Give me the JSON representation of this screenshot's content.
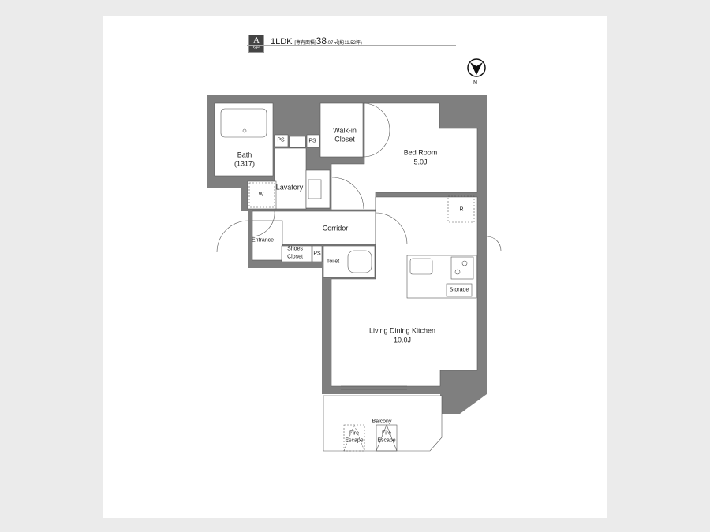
{
  "header": {
    "type_letter": "A",
    "type_word": "type",
    "layout": "1LDK",
    "area_label": "[専有面積]",
    "area_value": "38",
    "area_decimal": ".07㎡",
    "tsubo": "(約11.52坪)"
  },
  "compass": {
    "label": "N"
  },
  "rooms": {
    "bath": "Bath",
    "bath_size": "(1317)",
    "ps1": "PS",
    "ps2": "PS",
    "ps3": "PS",
    "walkin": "Walk-in",
    "walkin2": "Closet",
    "bedroom": "Bed Room",
    "bedroom_size": "5.0J",
    "lavatory": "Lavatory",
    "washer": "W",
    "fridge": "R",
    "corridor": "Corridor",
    "entrance": "Entrance",
    "shoes": "Shoes",
    "shoes2": "Closet",
    "toilet": "Toilet",
    "storage": "Storage",
    "ldk": "Living Dining Kitchen",
    "ldk_size": "10.0J",
    "balcony": "Balcony",
    "fire1": "Fire",
    "fire1b": "Escape",
    "fire2": "Fire",
    "fire2b": "Escape"
  },
  "colors": {
    "wall": "#7f7f7f",
    "background": "#ebebeb"
  }
}
